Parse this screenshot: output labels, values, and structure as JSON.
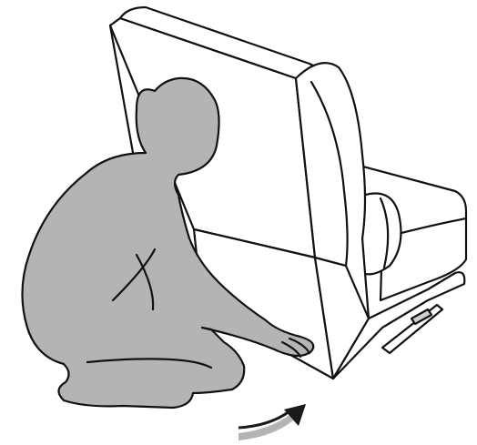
{
  "illustration": {
    "figure": "person-crouching-tilting-chair",
    "object": "sofa-chair-tilted-back",
    "indicator": "curved-motion-arrow"
  },
  "colors": {
    "background": "#ffffff",
    "line": "#111111",
    "figure_fill": "#b4b4b4",
    "arrow_fill": "#b4b4b4",
    "arrow_dark": "#1a1a1a"
  }
}
